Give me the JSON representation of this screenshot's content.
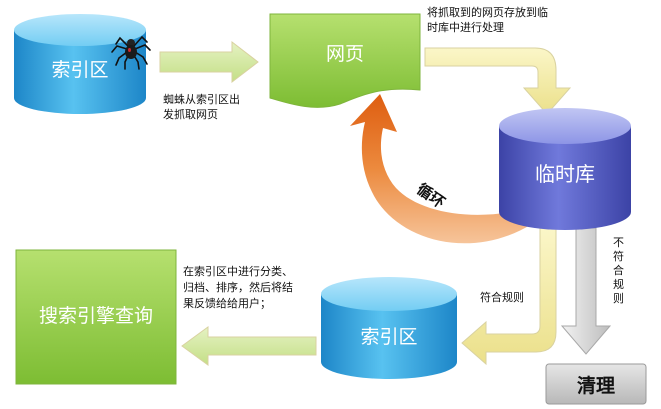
{
  "nodes": {
    "index_top": "索引区",
    "webpage": "网页",
    "temp_db": "临时库",
    "index_bottom": "索引区",
    "search_query": "搜索引擎查询",
    "cleanup": "清理"
  },
  "labels": {
    "spider_fetch_line1": "蜘蛛从索引区出",
    "spider_fetch_line2": "发抓取网页",
    "store_temp_line1": "将抓取到的网页存放到临",
    "store_temp_line2": "时库中进行处理",
    "cycle": "循环",
    "meets_rules": "符合规则",
    "not_meets_rules": "不符合规则",
    "classify_line1": "在索引区中进行分类、",
    "classify_line2": "归档、排序，然后将结",
    "classify_line3": "果反馈给给用户；"
  },
  "colors": {
    "cylinder_blue": "#3aa9e3",
    "temp_purple": "#5a63c6",
    "doc_green": "#8fcd45",
    "arrow_yellow": "#f2ea9e",
    "arrow_green": "#cfe59a",
    "cycle_orange": "#e8701d",
    "cleanup_gray": "#c9c9c9"
  }
}
